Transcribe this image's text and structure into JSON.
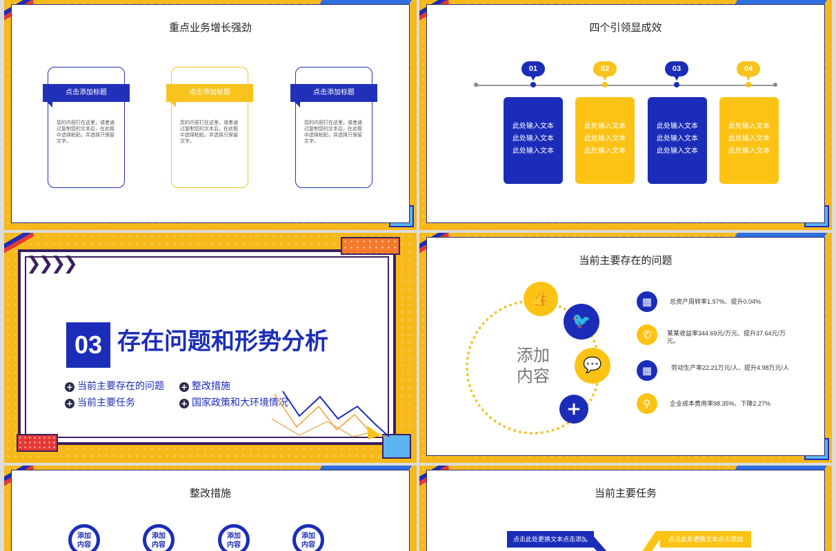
{
  "slide1": {
    "title": "重点业务增长强劲",
    "cards": [
      {
        "head": "点击添加标题",
        "body": "您的内容打在这里，或者通过复制您的文本后，在此框中选择粘贴，并选择只保留文字。"
      },
      {
        "head": "点击添加标题",
        "body": "您的内容打在这里，或者通过复制您的文本后，在此框中选择粘贴，并选择只保留文字。"
      },
      {
        "head": "点击添加标题",
        "body": "您的内容打在这里，或者通过复制您的文本后，在此框中选择粘贴，并选择只保留文字。"
      }
    ]
  },
  "slide2": {
    "title": "四个引领显成效",
    "steps": [
      {
        "num": "01",
        "l1": "此处输入文本",
        "l2": "此处输入文本",
        "l3": "此处输入文本"
      },
      {
        "num": "02",
        "l1": "此处输入文本",
        "l2": "此处输入文本",
        "l3": "此处输入文本"
      },
      {
        "num": "03",
        "l1": "此处输入文本",
        "l2": "此处输入文本",
        "l3": "此处输入文本"
      },
      {
        "num": "04",
        "l1": "此处输入文本",
        "l2": "此处输入文本",
        "l3": "此处输入文本"
      }
    ]
  },
  "slide3": {
    "number": "03",
    "title": "存在问题和形势分析",
    "items": [
      "当前主要存在的问题",
      "整改措施",
      "当前主要任务",
      "国家政策和大环境情况"
    ]
  },
  "slide4": {
    "title": "当前主要存在的问题",
    "center_line1": "添加",
    "center_line2": "内容",
    "info": [
      "总资产周转率1.97%、提升0.04%",
      "某某收益率344.69元/万元、提升37.64元/万元。",
      "劳动生产率22.21万元/人、提升4.98万元/人",
      "企业成本费用率98.35%、下降2.27%"
    ]
  },
  "slide5": {
    "title": "整改措施",
    "pins": [
      {
        "l1": "添加",
        "l2": "内容"
      },
      {
        "l1": "添加",
        "l2": "内容"
      },
      {
        "l1": "添加",
        "l2": "内容"
      },
      {
        "l1": "添加",
        "l2": "内容"
      }
    ]
  },
  "slide6": {
    "title": "当前主要任务",
    "banner_left": "点击此处更换文本点击添加",
    "banner_right": "点击此处更换文本点击添加"
  },
  "icons": {
    "thumb": "thumbs-up-icon",
    "bird": "bird-icon",
    "chat": "chat-icon",
    "plus": "plus-icon",
    "calendar": "calendar-icon",
    "phone": "phone-icon",
    "location": "location-pin-icon"
  },
  "colors": {
    "blue": "#1b2db8",
    "yellow": "#fcc314",
    "orange": "#f7b81a"
  }
}
